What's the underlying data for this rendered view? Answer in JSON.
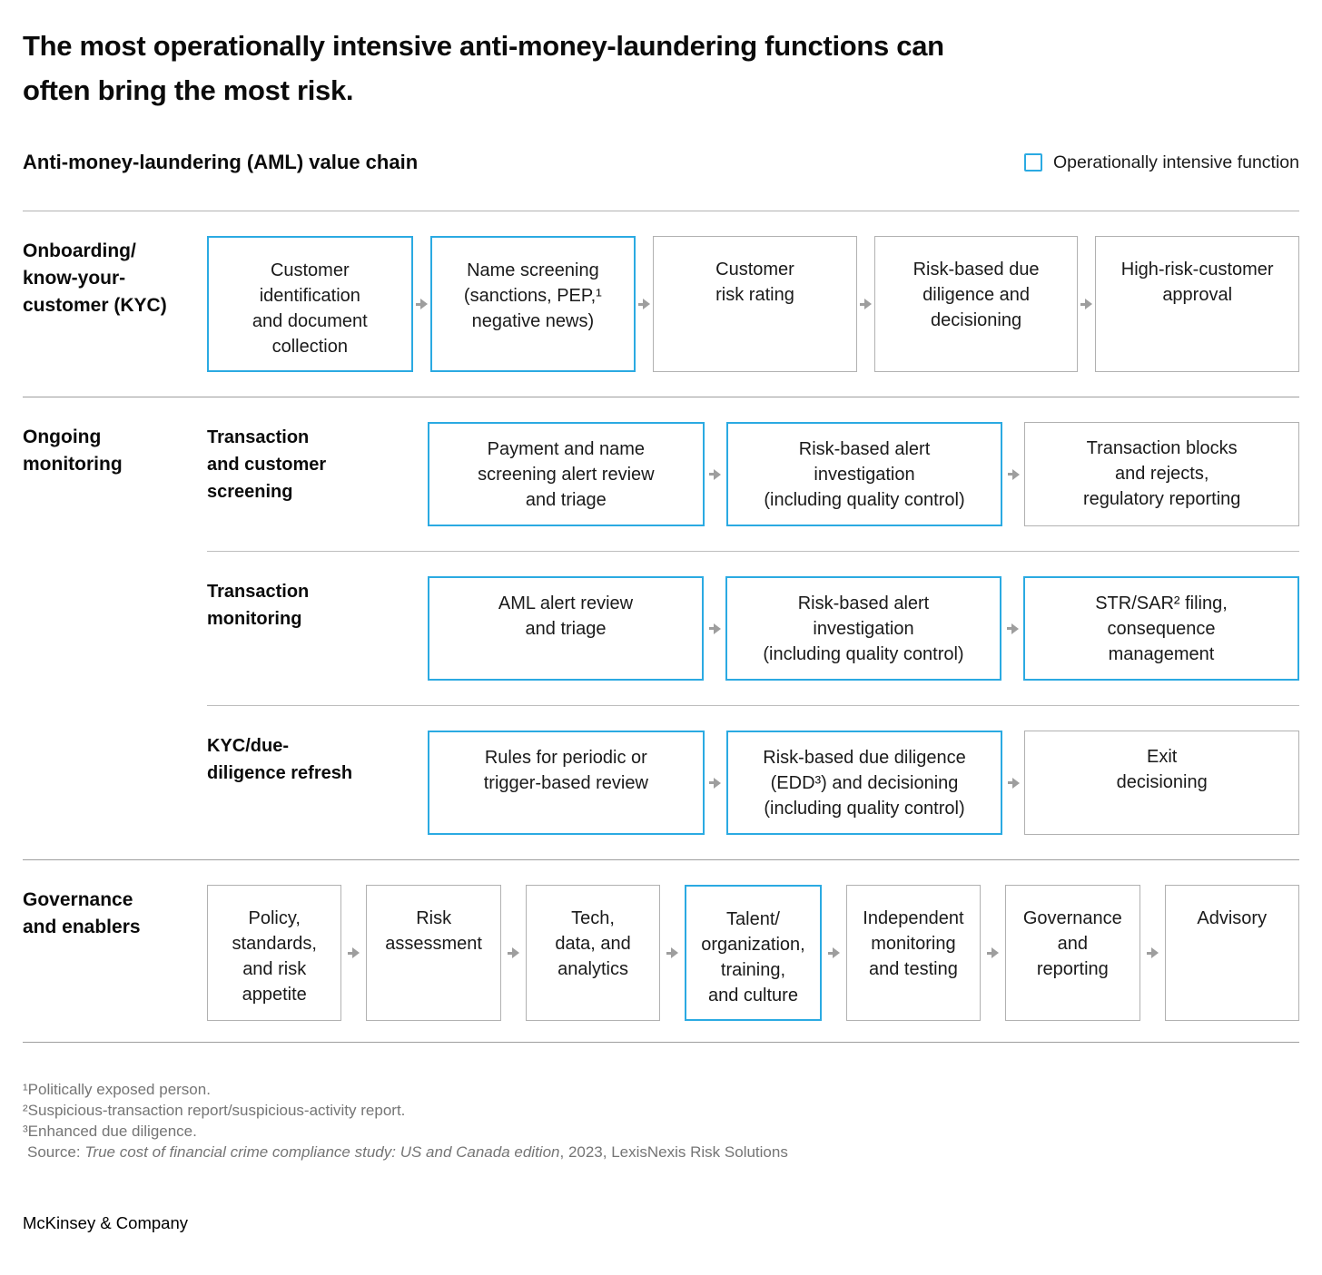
{
  "title": "The most operationally intensive anti-money-laundering functions can\noften bring the most risk.",
  "subtitle": "Anti-money-laundering (AML) value chain",
  "legend": {
    "label": "Operationally intensive function",
    "swatch_color": "#2BAAE2"
  },
  "colors": {
    "accent_blue": "#2BAAE2",
    "box_border_gray": "#B1B1B1",
    "arrow_gray": "#9E9E9E"
  },
  "sections": [
    {
      "label": "Onboarding/\nknow-your-\ncustomer (KYC)",
      "boxes": [
        {
          "label": "Customer\nidentification\nand document\ncollection",
          "hl": true
        },
        {
          "label": "Name screening\n(sanctions, PEP,¹\nnegative news)",
          "hl": true
        },
        {
          "label": "Customer\nrisk rating",
          "hl": false
        },
        {
          "label": "Risk-based due\ndiligence and\ndecisioning",
          "hl": false
        },
        {
          "label": "High-risk-customer\napproval",
          "hl": false
        }
      ]
    },
    {
      "label": "Ongoing\nmonitoring",
      "subrows": [
        {
          "label": "Transaction\nand customer\nscreening",
          "boxes": [
            {
              "label": "Payment and name\nscreening alert review\nand triage",
              "hl": true
            },
            {
              "label": "Risk-based alert\ninvestigation\n(including quality control)",
              "hl": true
            },
            {
              "label": "Transaction blocks\nand rejects,\nregulatory reporting",
              "hl": false
            }
          ]
        },
        {
          "label": "Transaction\nmonitoring",
          "boxes": [
            {
              "label": "AML alert review\nand triage",
              "hl": true
            },
            {
              "label": "Risk-based alert\ninvestigation\n(including quality control)",
              "hl": true
            },
            {
              "label": "STR/SAR² filing,\nconsequence\nmanagement",
              "hl": true
            }
          ]
        },
        {
          "label": "KYC/due-\ndiligence refresh",
          "boxes": [
            {
              "label": "Rules for periodic or\ntrigger-based review",
              "hl": true
            },
            {
              "label": "Risk-based due diligence\n(EDD³) and decisioning\n(including quality control)",
              "hl": true
            },
            {
              "label": "Exit\ndecisioning",
              "hl": false
            }
          ]
        }
      ]
    },
    {
      "label": "Governance\nand enablers",
      "boxes": [
        {
          "label": "Policy,\nstandards,\nand risk\nappetite",
          "hl": false
        },
        {
          "label": "Risk\nassessment",
          "hl": false
        },
        {
          "label": "Tech,\ndata, and\nanalytics",
          "hl": false
        },
        {
          "label": "Talent/\norganization,\ntraining,\nand culture",
          "hl": true
        },
        {
          "label": "Independent\nmonitoring\nand testing",
          "hl": false
        },
        {
          "label": "Governance\nand\nreporting",
          "hl": false
        },
        {
          "label": "Advisory",
          "hl": false
        }
      ]
    }
  ],
  "footnotes": [
    "¹Politically exposed person.",
    "²Suspicious-transaction report/suspicious-activity report.",
    "³Enhanced due diligence."
  ],
  "source": {
    "prefix": "Source: ",
    "title": "True cost of financial crime compliance study: US and Canada edition",
    "suffix": ", 2023, LexisNexis Risk Solutions"
  },
  "brand": "McKinsey & Company"
}
